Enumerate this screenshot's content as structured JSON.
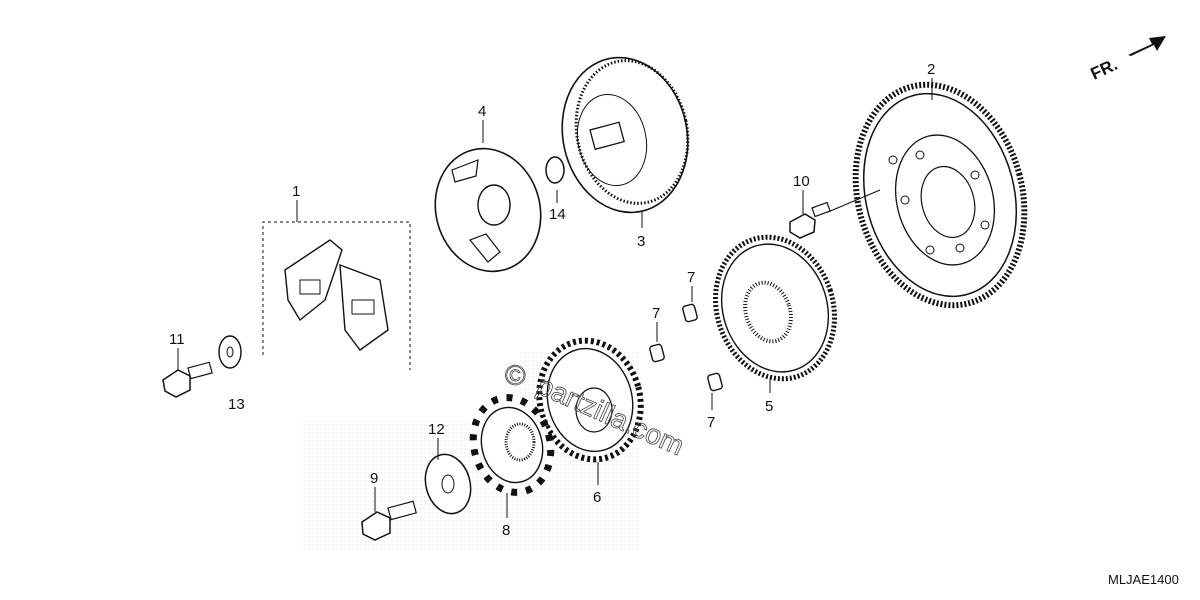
{
  "callouts": {
    "c1": "1",
    "c2": "2",
    "c3": "3",
    "c4": "4",
    "c5": "5",
    "c6": "6",
    "c7a": "7",
    "c7b": "7",
    "c7c": "7",
    "c8": "8",
    "c9": "9",
    "c10": "10",
    "c11": "11",
    "c12": "12",
    "c13": "13",
    "c14": "14"
  },
  "direction_label": "FR.",
  "diagram_code": "MLJAE1400",
  "watermark": "partzilla.com",
  "watermark_symbol": "©"
}
